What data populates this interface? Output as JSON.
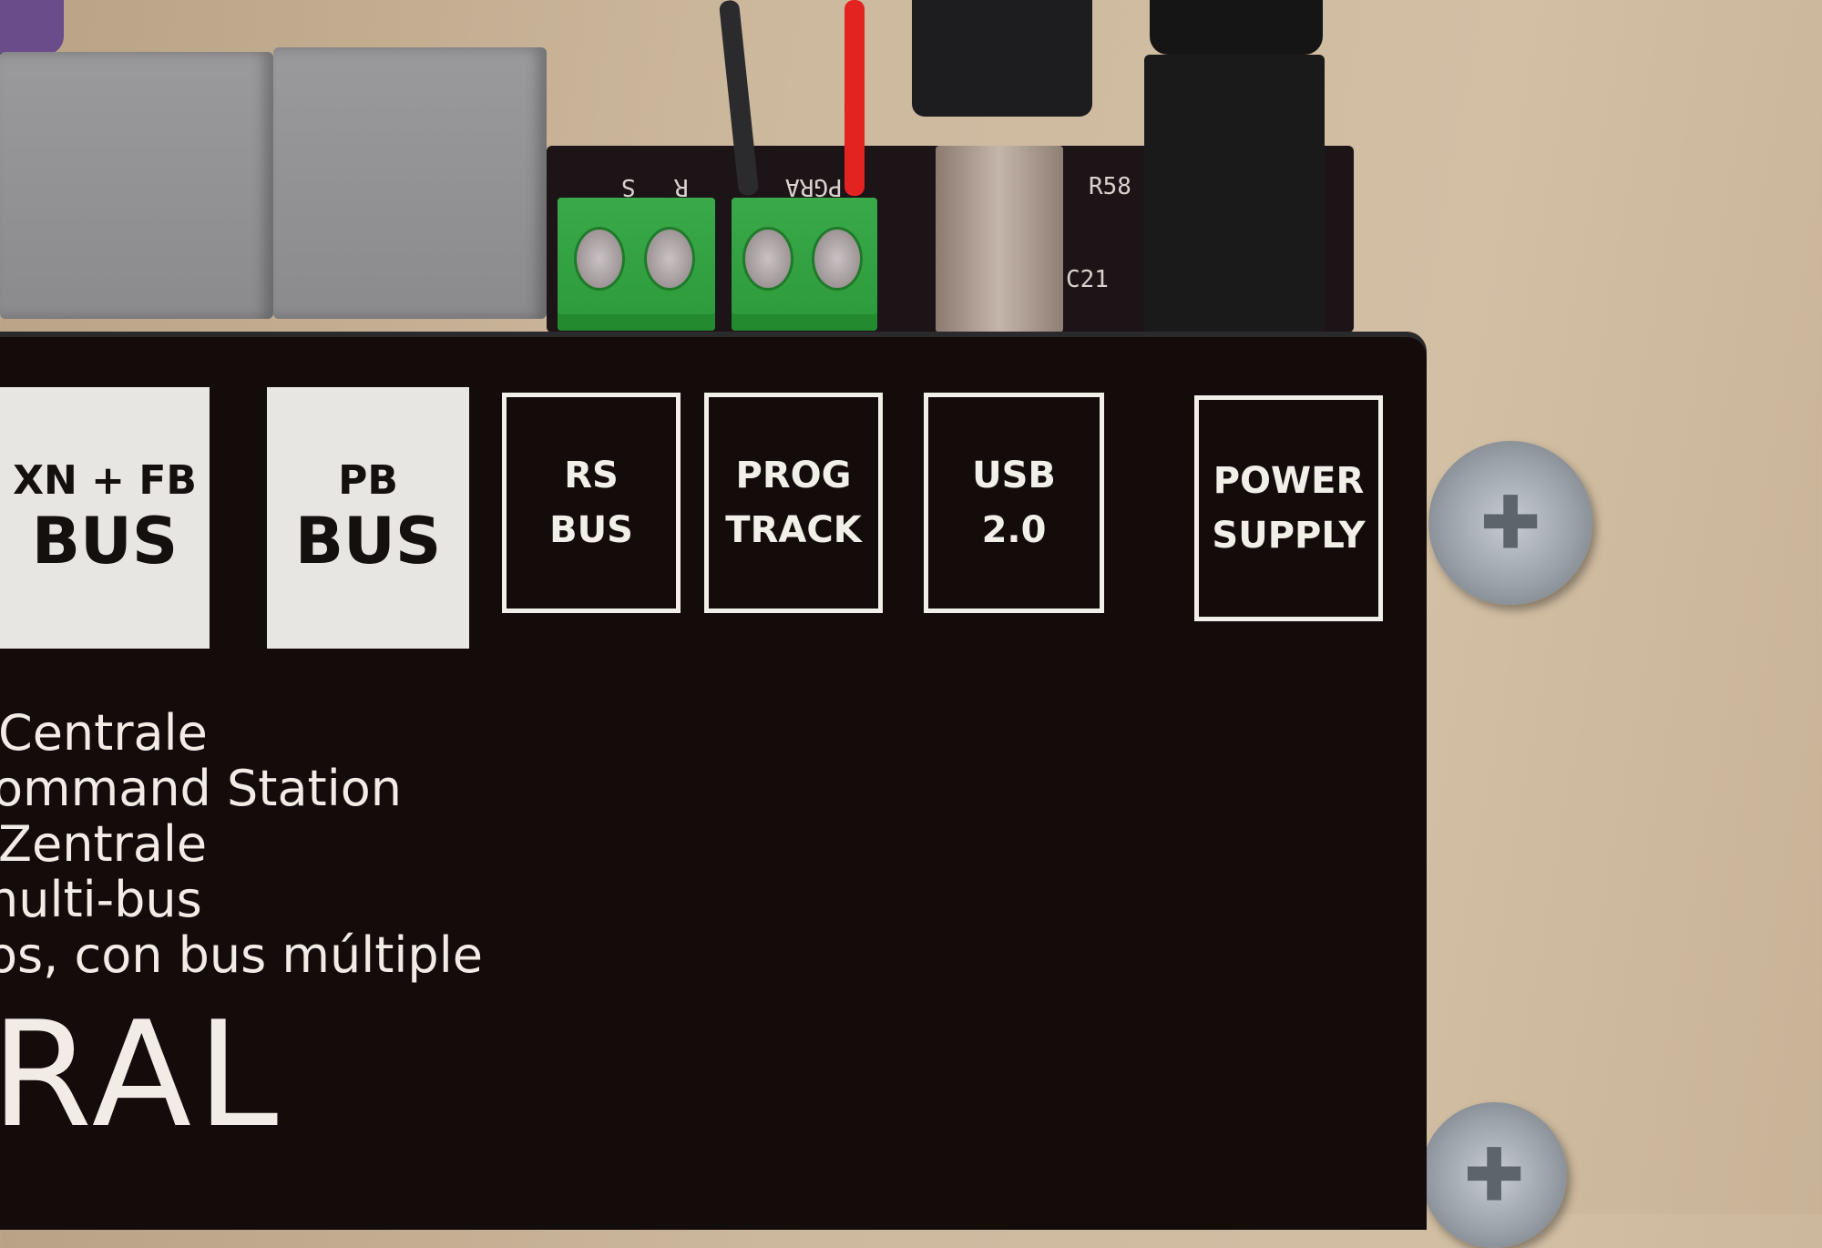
{
  "pcb_silkscreen": {
    "s": "S",
    "r": "R",
    "progr": "PGRA",
    "r58": "R58",
    "c21": "C21"
  },
  "labels": {
    "xn_fb_bus": {
      "line1": "XN + FB",
      "line2": "BUS"
    },
    "pb_bus": {
      "line1": "PB",
      "line2": "BUS"
    },
    "rs_bus": {
      "line1": "RS",
      "line2": "BUS"
    },
    "prog_track": {
      "line1": "PROG",
      "line2": "TRACK"
    },
    "usb": {
      "line1": "USB",
      "line2": "2.0"
    },
    "power_supply": {
      "line1": "POWER",
      "line2": "SUPPLY"
    }
  },
  "description": [
    "Centrale",
    "ommand Station",
    "Zentrale",
    "nulti-bus",
    "os, con bus múltiple"
  ],
  "brand_partial": "RAL",
  "colors": {
    "wall": "#cdb99e",
    "case": "#140c0b",
    "terminal": "#2c9a3a",
    "wire_red": "#e3231f"
  }
}
